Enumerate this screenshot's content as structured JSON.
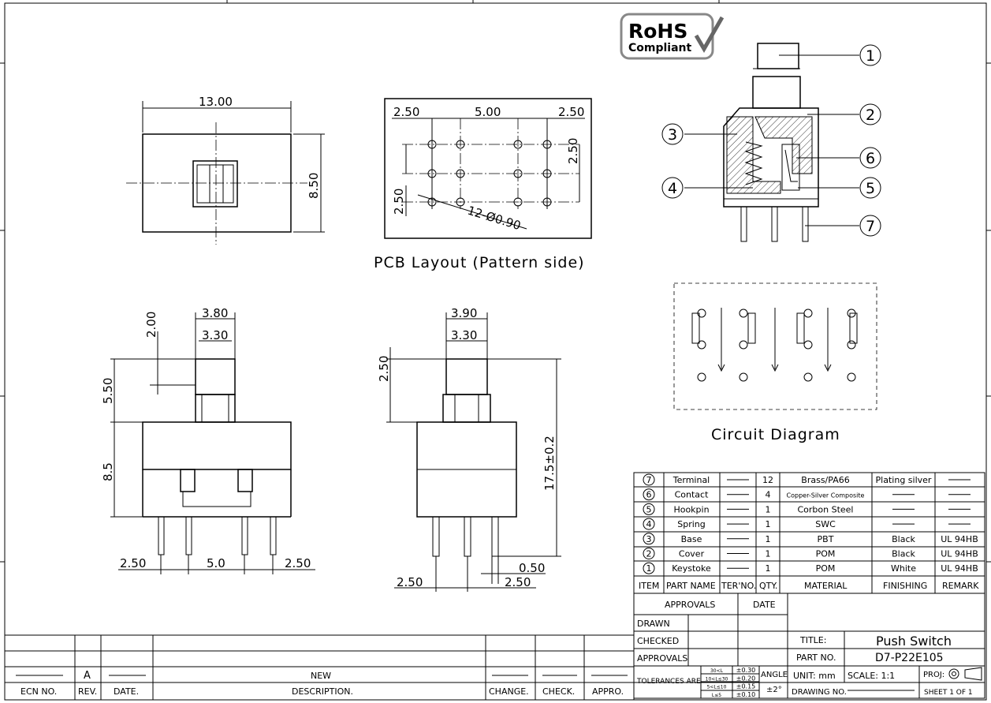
{
  "logo": {
    "line1": "RoHS",
    "line2": "Compliant"
  },
  "top_view": {
    "width": "13.00",
    "height": "8.50"
  },
  "pcb": {
    "title": "PCB Layout (Pattern side)",
    "dim_left": "2.50",
    "dim_mid": "5.00",
    "dim_right": "2.50",
    "dim_vert": "2.50",
    "dim_row": "2.50",
    "holes": "12-Ø0.90"
  },
  "front_view": {
    "d380": "3.80",
    "d330": "3.30",
    "d200": "2.00",
    "d550": "5.50",
    "d85": "8.5",
    "b250a": "2.50",
    "b50": "5.0",
    "b250b": "2.50"
  },
  "side_view": {
    "d390": "3.90",
    "d330": "3.30",
    "d250": "2.50",
    "d175": "17.5±0.2",
    "d050": "0.50",
    "b250a": "2.50",
    "b250b": "2.50"
  },
  "circuit": {
    "title": "Circuit Diagram"
  },
  "callouts": [
    "1",
    "2",
    "3",
    "4",
    "5",
    "6",
    "7"
  ],
  "bom": {
    "rows": [
      {
        "item": "7",
        "name": "Terminal",
        "ter": "",
        "qty": "12",
        "material": "Brass/PA66",
        "finishing": "Plating silver",
        "remark": ""
      },
      {
        "item": "6",
        "name": "Contact",
        "ter": "",
        "qty": "4",
        "material": "Copper-Silver Composite",
        "finishing": "",
        "remark": ""
      },
      {
        "item": "5",
        "name": "Hookpin",
        "ter": "",
        "qty": "1",
        "material": "Corbon Steel",
        "finishing": "",
        "remark": ""
      },
      {
        "item": "4",
        "name": "Spring",
        "ter": "",
        "qty": "1",
        "material": "SWC",
        "finishing": "",
        "remark": ""
      },
      {
        "item": "3",
        "name": "Base",
        "ter": "",
        "qty": "1",
        "material": "PBT",
        "finishing": "Black",
        "remark": "UL 94HB"
      },
      {
        "item": "2",
        "name": "Cover",
        "ter": "",
        "qty": "1",
        "material": "POM",
        "finishing": "Black",
        "remark": "UL 94HB"
      },
      {
        "item": "1",
        "name": "Keystoke",
        "ter": "",
        "qty": "1",
        "material": "POM",
        "finishing": "White",
        "remark": "UL 94HB"
      }
    ],
    "headers": {
      "item": "ITEM",
      "name": "PART NAME",
      "ter": "TER'NO.",
      "qty": "QTY.",
      "material": "MATERIAL",
      "finishing": "FINISHING",
      "remark": "REMARK"
    }
  },
  "approvals": {
    "header": "APPROVALS",
    "date": "DATE",
    "drawn": "DRAWN",
    "checked": "CHECKED",
    "approvals": "APPROVALS"
  },
  "title_block": {
    "title_label": "TITLE:",
    "title": "Push Switch",
    "part_label": "PART NO.",
    "part_no": "D7-P22E105",
    "unit": "UNIT: mm",
    "scale": "SCALE: 1:1",
    "proj": "PROJ:",
    "drawing_no": "DRAWING NO.",
    "sheet": "SHEET 1 OF 1",
    "tol_label": "TOLERANCES ARE",
    "angle": "ANGLE",
    "angle_val": "±2°",
    "tol_rows": [
      {
        "range": "30<L",
        "val": "±0.30"
      },
      {
        "range": "10<L≤30",
        "val": "±0.20"
      },
      {
        "range": "5<L≤10",
        "val": "±0.15"
      },
      {
        "range": "L≤5",
        "val": "±0.10"
      }
    ]
  },
  "revision": {
    "rev": "A",
    "desc": "NEW",
    "headers": {
      "ecn": "ECN NO.",
      "rev": "REV.",
      "date": "DATE.",
      "desc": "DESCRIPTION.",
      "change": "CHANGE.",
      "check": "CHECK.",
      "appro": "APPRO."
    }
  }
}
